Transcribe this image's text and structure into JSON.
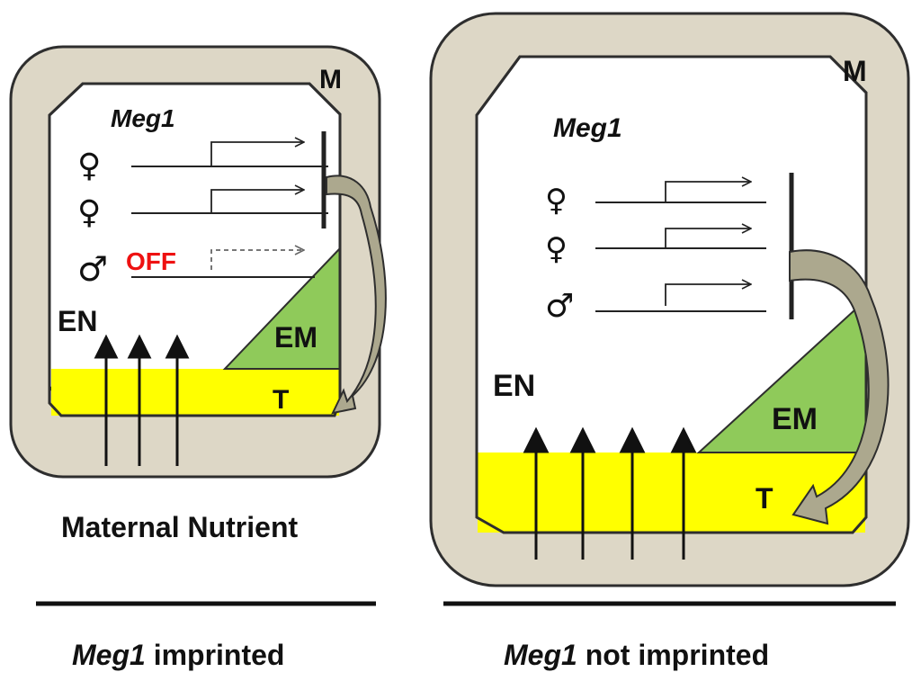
{
  "colors": {
    "maternal_tissue": "#ddd7c6",
    "embryo": "#8fca5a",
    "transfer_cell_layer": "#ffff00",
    "off_text": "#ee1111",
    "outline": "#2e2e2e",
    "arrow_fill": "#aca88e"
  },
  "left_panel": {
    "maternal_label": "M",
    "gene_label": "Meg1",
    "alleles": [
      "♀",
      "♀",
      "♂"
    ],
    "off_label": "OFF",
    "endosperm_label": "EN",
    "embryo_label": "EM",
    "transfer_label": "T",
    "nutrient_caption": "Maternal Nutrient",
    "caption_gene": "Meg1",
    "caption_rest": " imprinted"
  },
  "right_panel": {
    "maternal_label": "M",
    "gene_label": "Meg1",
    "alleles": [
      "♀",
      "♀",
      "♂"
    ],
    "endosperm_label": "EN",
    "embryo_label": "EM",
    "transfer_label": "T",
    "caption_gene": "Meg1",
    "caption_rest": " not imprinted"
  }
}
